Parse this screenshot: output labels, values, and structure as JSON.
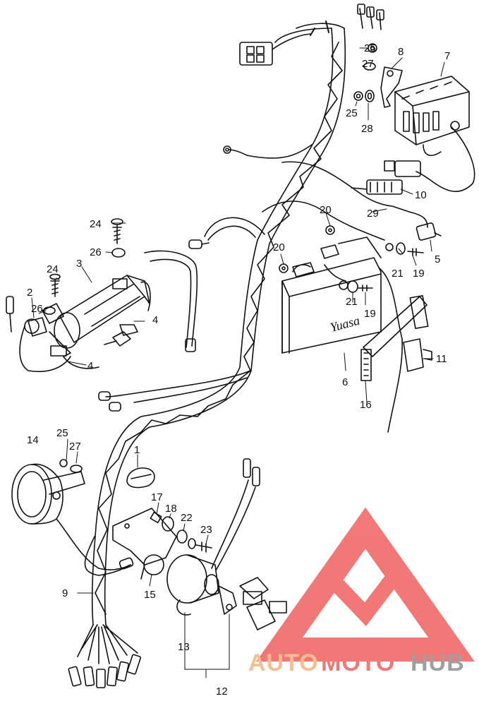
{
  "labels": {
    "l1": "1",
    "l2": "2",
    "l3": "3",
    "l4a": "4",
    "l4b": "4",
    "l5": "5",
    "l6": "6",
    "l7": "7",
    "l8": "8",
    "l9": "9",
    "l10": "10",
    "l11": "11",
    "l12": "12",
    "l13": "13",
    "l14": "14",
    "l15": "15",
    "l16": "16",
    "l17": "17",
    "l18": "18",
    "l19a": "19",
    "l19b": "19",
    "l20a": "20",
    "l20b": "20",
    "l21a": "21",
    "l21b": "21",
    "l22": "22",
    "l23": "23",
    "l24a": "24",
    "l24b": "24",
    "l25a": "25",
    "l25b": "25",
    "l25c": "25",
    "l26a": "26",
    "l26b": "26",
    "l27a": "27",
    "l27b": "27",
    "l28": "28",
    "l29": "29"
  },
  "battery_brand": "Yuasa",
  "watermark": {
    "part1": "AUTO",
    "part2": "MOTO",
    "part3": "HUB"
  },
  "colors": {
    "ink": "#111111",
    "watermark_red": "#f05a5a",
    "watermark_orange": "#f4b27a",
    "watermark_gray": "#8a8a8a"
  }
}
